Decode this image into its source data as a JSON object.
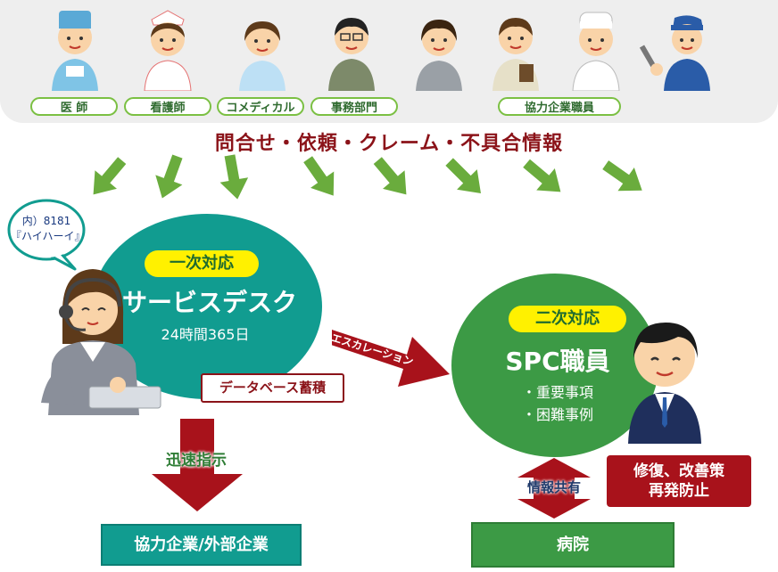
{
  "heading": "問合せ・依頼・クレーム・不具合情報",
  "roles": {
    "doctor": "医 師",
    "nurse": "看護師",
    "comedical": "コメディカル",
    "office": "事務部門",
    "partner": "協力企業職員"
  },
  "speech": {
    "line1": "内）8181",
    "line2": "『ハイハーイ』"
  },
  "first_line": {
    "badge": "一次対応",
    "title": "サービスデスク",
    "subtitle": "24時間365日",
    "database": "データベース蓄積"
  },
  "escalation": "エスカレーション",
  "second_line": {
    "badge": "二次対応",
    "title": "SPC職員",
    "item1": "・重要事項",
    "item2": "・困難事例"
  },
  "instruct": "迅速指示",
  "share": "情報共有",
  "fix": {
    "line1": "修復、改善策",
    "line2": "再発防止"
  },
  "targets": {
    "partner_company": "協力企業/外部企業",
    "hospital": "病院"
  },
  "colors": {
    "teal": "#119c90",
    "green": "#3c9a45",
    "dark_red": "#a8121b",
    "arrow_green": "#6aac3d",
    "yellow": "#fff100"
  }
}
